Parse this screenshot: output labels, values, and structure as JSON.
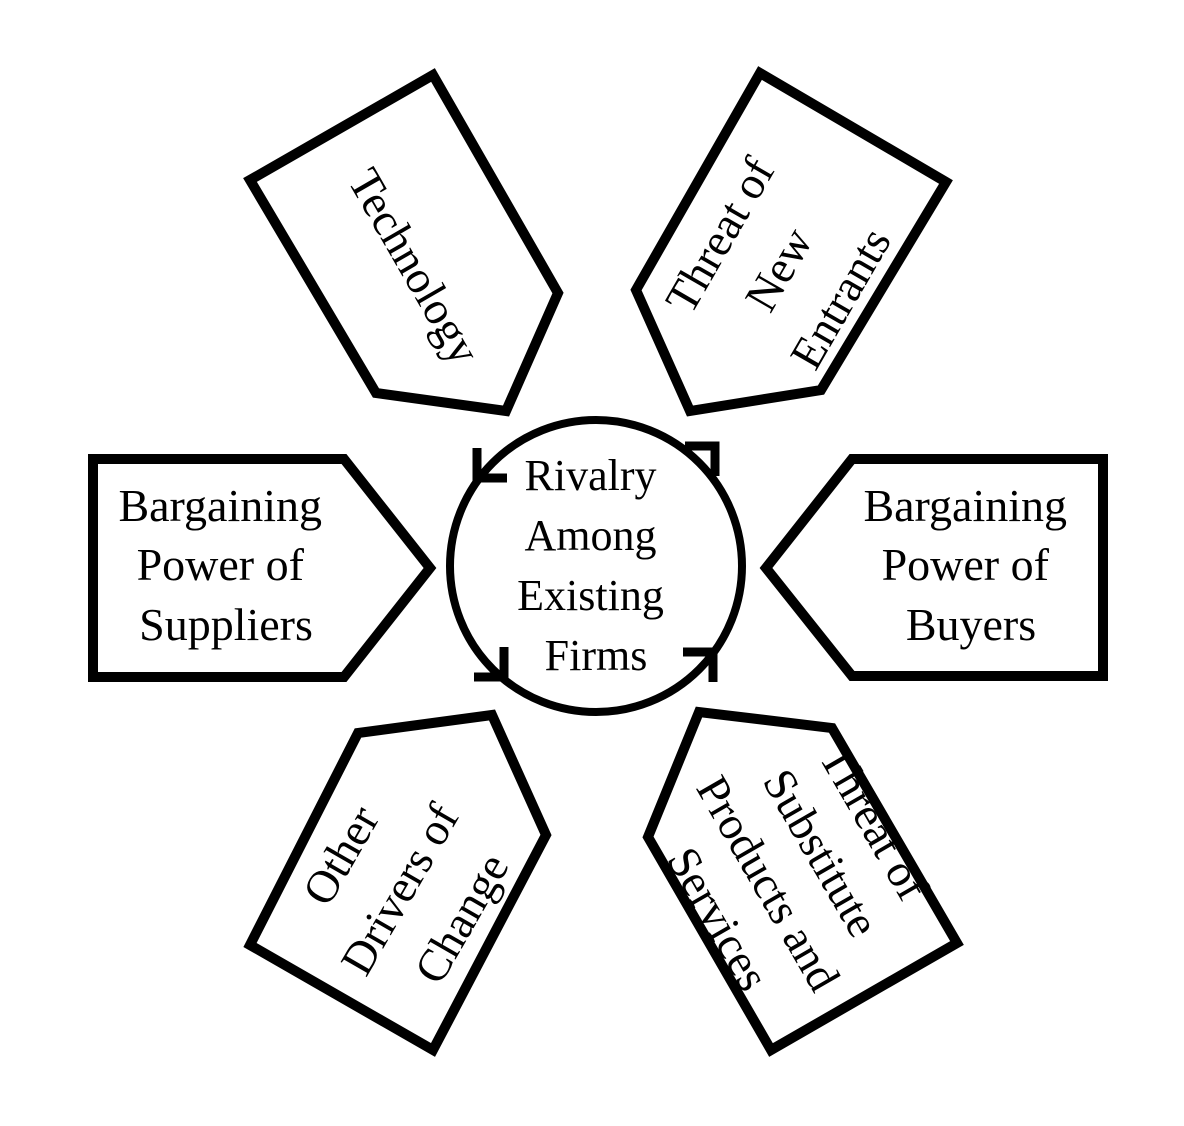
{
  "diagram": {
    "center": {
      "lines": [
        "Rivalry",
        "Among",
        "Existing",
        "Firms"
      ]
    },
    "forces": {
      "technology": {
        "lines": [
          "Technology"
        ]
      },
      "new_entrants": {
        "lines": [
          "Threat of",
          "New",
          "Entrants"
        ]
      },
      "suppliers": {
        "lines": [
          "Bargaining",
          "Power of",
          "Suppliers"
        ]
      },
      "buyers": {
        "lines": [
          "Bargaining",
          "Power of",
          "Buyers"
        ]
      },
      "other_drivers": {
        "lines": [
          "Other",
          "Drivers of",
          "Change"
        ]
      },
      "substitutes": {
        "lines": [
          "Threat of",
          "Substitute",
          "Products and",
          "Services"
        ]
      }
    },
    "colors": {
      "stroke": "#000000",
      "fill": "#ffffff"
    }
  }
}
